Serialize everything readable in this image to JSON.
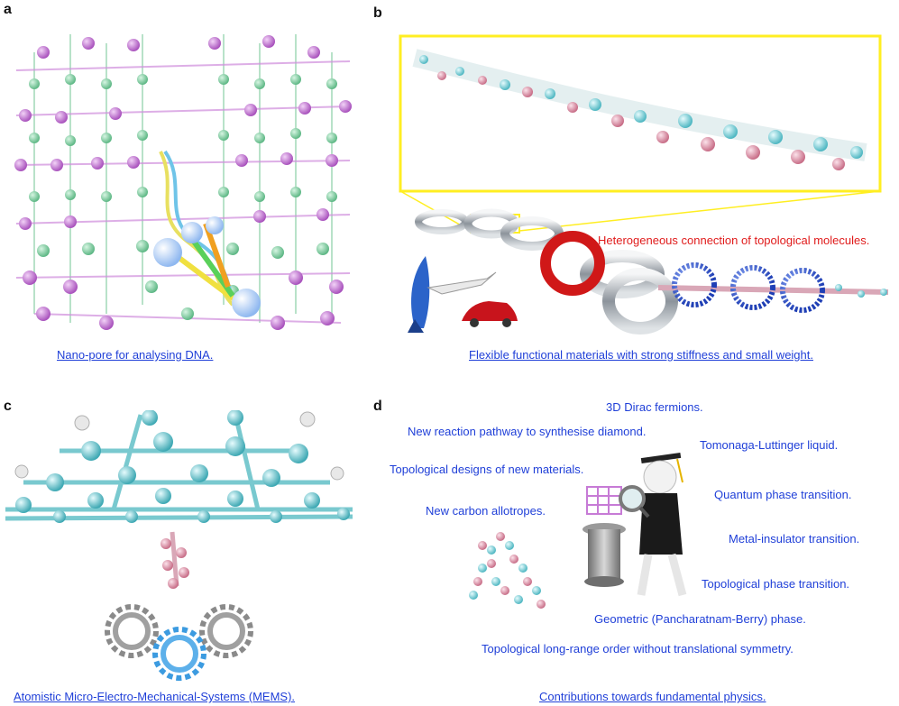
{
  "panels": {
    "a": {
      "letter": "a",
      "caption": "Nano-pore for analysing DNA."
    },
    "b": {
      "letter": "b",
      "caption": "Flexible functional materials with strong stiffness and small weight.",
      "annotation": "Heterogeneous connection of topological molecules."
    },
    "c": {
      "letter": "c",
      "caption": "Atomistic Micro-Electro-Mechanical-Systems (MEMS)."
    },
    "d": {
      "letter": "d",
      "caption": "Contributions towards fundamental physics.",
      "items": [
        "3D Dirac fermions.",
        "New reaction pathway to synthesise diamond.",
        "Tomonaga-Luttinger liquid.",
        "Topological designs of new materials.",
        "Quantum phase transition.",
        "New carbon allotropes.",
        "Metal-insulator transition.",
        "Topological phase transition.",
        "Geometric (Pancharatnam-Berry) phase.",
        "Topological long-range order without translational symmetry."
      ]
    }
  },
  "colors": {
    "text_blue": "#1f3fd8",
    "text_red": "#e01b1b",
    "atom_green": "#7ccf9c",
    "atom_magenta": "#c77bd6",
    "atom_cyan": "#58c4cc",
    "atom_pink": "#d9879e",
    "highlight_yellow": "#ffee22",
    "chain_steel": "#9aa0a8",
    "chain_red": "#d01818",
    "gear_blue": "#3c9be0",
    "gear_grey": "#8a8a8a"
  }
}
